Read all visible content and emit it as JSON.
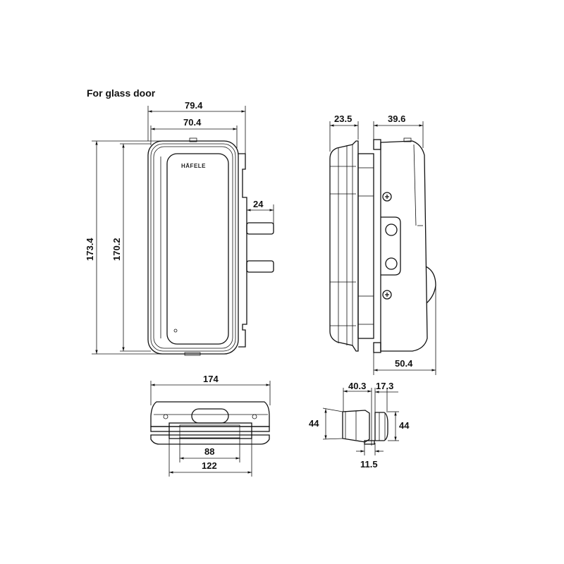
{
  "title": "For glass door",
  "brand_logo": "HÄFELE",
  "front_view": {
    "width_outer": "79.4",
    "width_inner": "70.4",
    "height_outer": "173.4",
    "height_inner": "170.2",
    "bolt_projection": "24"
  },
  "side_view": {
    "front_depth": "23.5",
    "rear_depth": "39.6",
    "rear_total_depth": "50.4"
  },
  "bottom_view": {
    "total_width": "174",
    "inner_width": "88",
    "mount_width": "122"
  },
  "strike_view": {
    "depth_a": "40.3",
    "depth_b": "17.3",
    "height_left": "44",
    "height_right": "44",
    "gap": "11.5"
  }
}
